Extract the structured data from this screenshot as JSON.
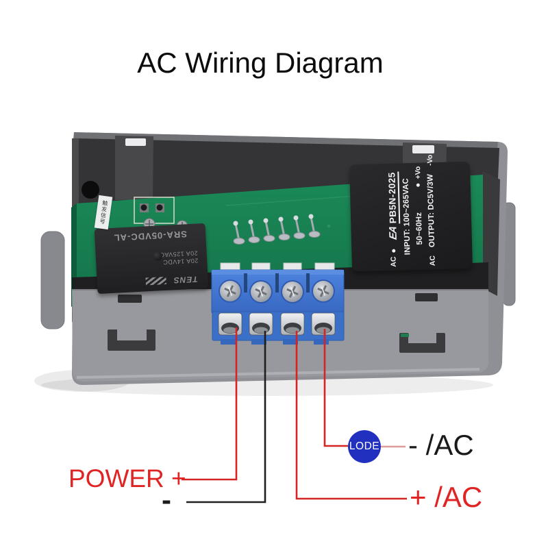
{
  "title": "AC Wiring Diagram",
  "module": {
    "pcb_sticker_text": "触发信号",
    "relay": {
      "model": "SRA-05VDC-AL",
      "rating1": "20A 14VDC",
      "rating2": "20A 125VAC",
      "brand": "TENS"
    },
    "power_module": {
      "brand": "EA",
      "model": "PB5N-2025",
      "line_input": "INPUT: 100~265VAC",
      "line_freq": "50~60Hz",
      "line_output": "OUTPUT: DC5V/3W",
      "pin_ac1": "AC",
      "pin_ac2": "AC",
      "pin_vo_plus": "+Vo",
      "pin_vo_minus": "-Vo"
    }
  },
  "wiring": {
    "power_plus_label": "POWER +",
    "power_minus_label": "-",
    "load_badge_label": "LODE",
    "load_neutral_label": "- /AC",
    "load_live_label": "+ /AC"
  },
  "colors": {
    "annotation_red": "#e02323",
    "annotation_black": "#1b1b1b",
    "lode_blue": "#2130bf",
    "terminal_blue": "#3f76d2",
    "pcb_green": "#1a8152",
    "case_gray": "#96979c"
  }
}
